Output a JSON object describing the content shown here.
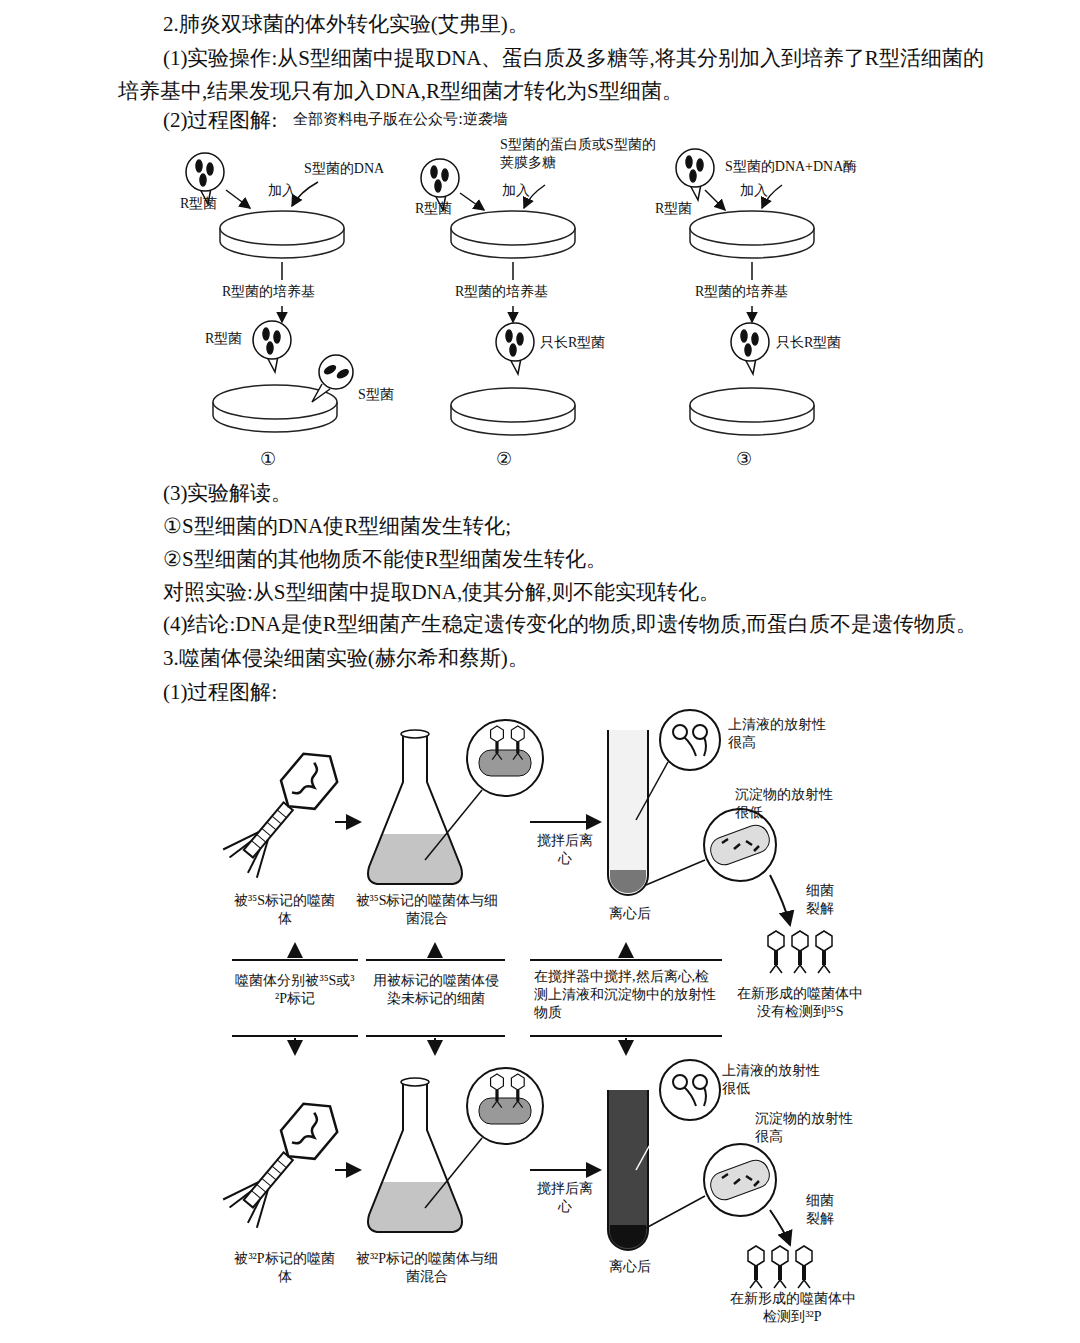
{
  "diagram": {
    "labels": [
      "2.肺炎双球菌的体外转化实验(艾弗里)。",
      "(1)实验操作:从S型细菌中提取DNA、蛋白质及多糖等,将其分别加入到培养了R型活细菌的培养基中,结果发现只有加入DNA,R型细菌才转化为S型细菌。",
      "(2)过程图解:",
      "全部资料电子版在公众号:逆袭墙",
      "R型菌",
      "加入",
      "S型菌的DNA",
      "R型菌的培养基",
      "R型菌",
      "S型菌",
      "①",
      "R型菌",
      "加入",
      "S型菌的蛋白质或S型菌的荚膜多糖",
      "R型菌的培养基",
      "只长R型菌",
      "②",
      "R型菌",
      "加入",
      "S型菌的DNA+DNA酶",
      "R型菌的培养基",
      "只长R型菌",
      "③",
      "(3)实验解读。",
      "①S型细菌的DNA使R型细菌发生转化;",
      "②S型细菌的其他物质不能使R型细菌发生转化。",
      "对照实验:从S型细菌中提取DNA,使其分解,则不能实现转化。",
      "(4)结论:DNA是使R型细菌产生稳定遗传变化的物质,即遗传物质,而蛋白质不是遗传物质。",
      "3.噬菌体侵染细菌实验(赫尔希和蔡斯)。",
      "(1)过程图解:",
      "上清液的放射性很高",
      "沉淀物的放射性很低",
      "搅拌后离心",
      "被³⁵S标记的噬菌体",
      "被³⁵S标记的噬菌体与细菌混合",
      "离心后",
      "细菌裂解",
      "在新形成的噬菌体中没有检测到³⁵S",
      "噬菌体分别被³⁵S或³²P标记",
      "用被标记的噬菌体侵染未标记的细菌",
      "在搅拌器中搅拌,然后离心,检测上清液和沉淀物中的放射性物质",
      "上清液的放射性很低",
      "沉淀物的放射性很高",
      "搅拌后离心",
      "细菌裂解",
      "被³²P标记的噬菌体",
      "被³²P标记的噬菌体与细菌混合",
      "离心后",
      "在新形成的噬菌体中检测到³²P"
    ]
  }
}
